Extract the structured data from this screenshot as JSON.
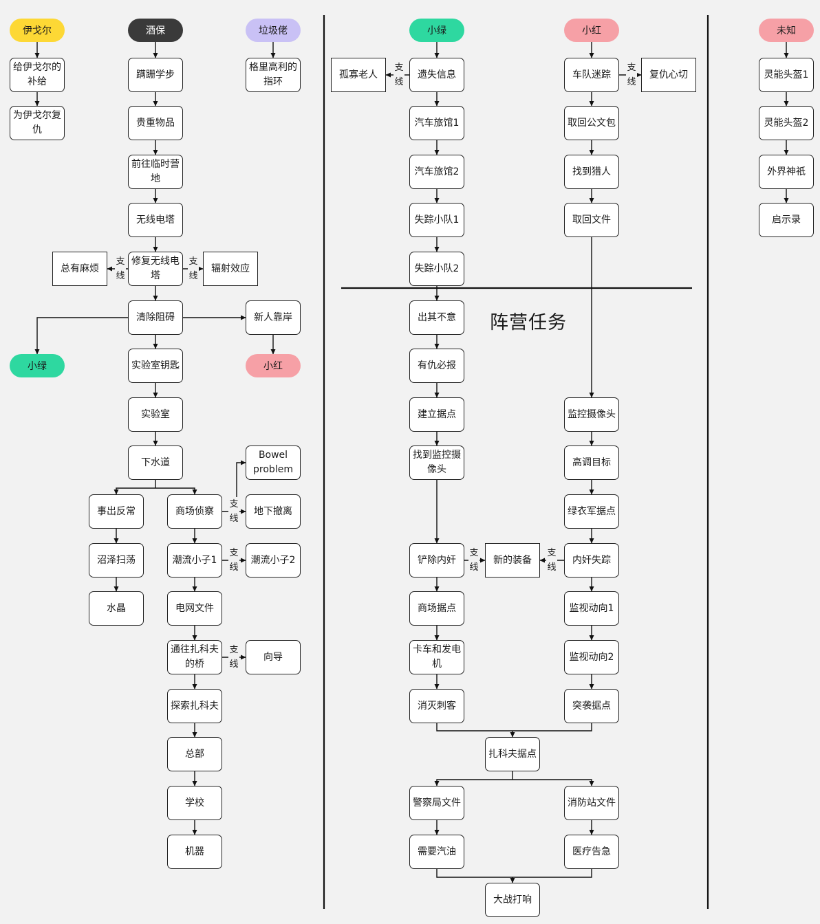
{
  "title": "阵营任务",
  "branch_label": "支线",
  "colors": {
    "yellow": "#fdd835",
    "dark": "#3a3a3a",
    "lavender": "#c9c1f5",
    "green": "#2ed8a0",
    "pink": "#f6a0a6"
  },
  "nodes": {
    "igor": "伊戈尔",
    "bartender": "酒保",
    "trash": "垃圾佬",
    "green_top": "小绿",
    "red_top": "小红",
    "unknown": "未知",
    "supply": "给伊戈尔的补给",
    "revenge_igor": "为伊戈尔复仇",
    "stagger": "蹒跚学步",
    "valuables": "贵重物品",
    "camp": "前往临时营地",
    "radio": "无线电塔",
    "fix_radio": "修复无线电塔",
    "trouble": "总有麻烦",
    "radiation": "辐射效应",
    "clear": "清除阻碍",
    "newcomer": "新人靠岸",
    "green_mid": "小绿",
    "red_mid": "小红",
    "lab_key": "实验室钥匙",
    "lab": "实验室",
    "sewer": "下水道",
    "accident": "事出反常",
    "mall_recon": "商场侦察",
    "bowel": "Bowel problem",
    "underground": "地下撤离",
    "swamp": "沼泽扫荡",
    "trend1": "潮流小子1",
    "trend2": "潮流小子2",
    "crystal": "水晶",
    "grid": "电网文件",
    "bridge": "通往扎科夫的桥",
    "guide": "向导",
    "explore": "探索扎科夫",
    "hq": "总部",
    "school": "学校",
    "machine": "机器",
    "grief": "格里高利的指环",
    "widow": "孤寡老人",
    "lost_info": "遗失信息",
    "motel1": "汽车旅馆1",
    "motel2": "汽车旅馆2",
    "team1": "失踪小队1",
    "team2": "失踪小队2",
    "convoy": "车队迷踪",
    "vengeance": "复仇心切",
    "briefcase": "取回公文包",
    "hunter": "找到猎人",
    "file": "取回文件",
    "helmet1": "灵能头盔1",
    "helmet2": "灵能头盔2",
    "deity": "外界神祇",
    "revelation": "启示录",
    "surprise": "出其不意",
    "vendetta": "有仇必报",
    "base": "建立据点",
    "find_cam": "找到监控摄像头",
    "mole_out": "铲除内奸",
    "new_gear": "新的装备",
    "mall_base": "商场据点",
    "truck": "卡车和发电机",
    "assassin": "消灭刺客",
    "cam": "监控摄像头",
    "high_target": "高调目标",
    "green_army": "绿衣军据点",
    "mole_gone": "内奸失踪",
    "monitor1": "监视动向1",
    "monitor2": "监视动向2",
    "raid": "突袭据点",
    "zakov_base": "扎科夫据点",
    "police": "警察局文件",
    "fire": "消防站文件",
    "fuel": "需要汽油",
    "medical": "医疗告急",
    "battle": "大战打响"
  }
}
